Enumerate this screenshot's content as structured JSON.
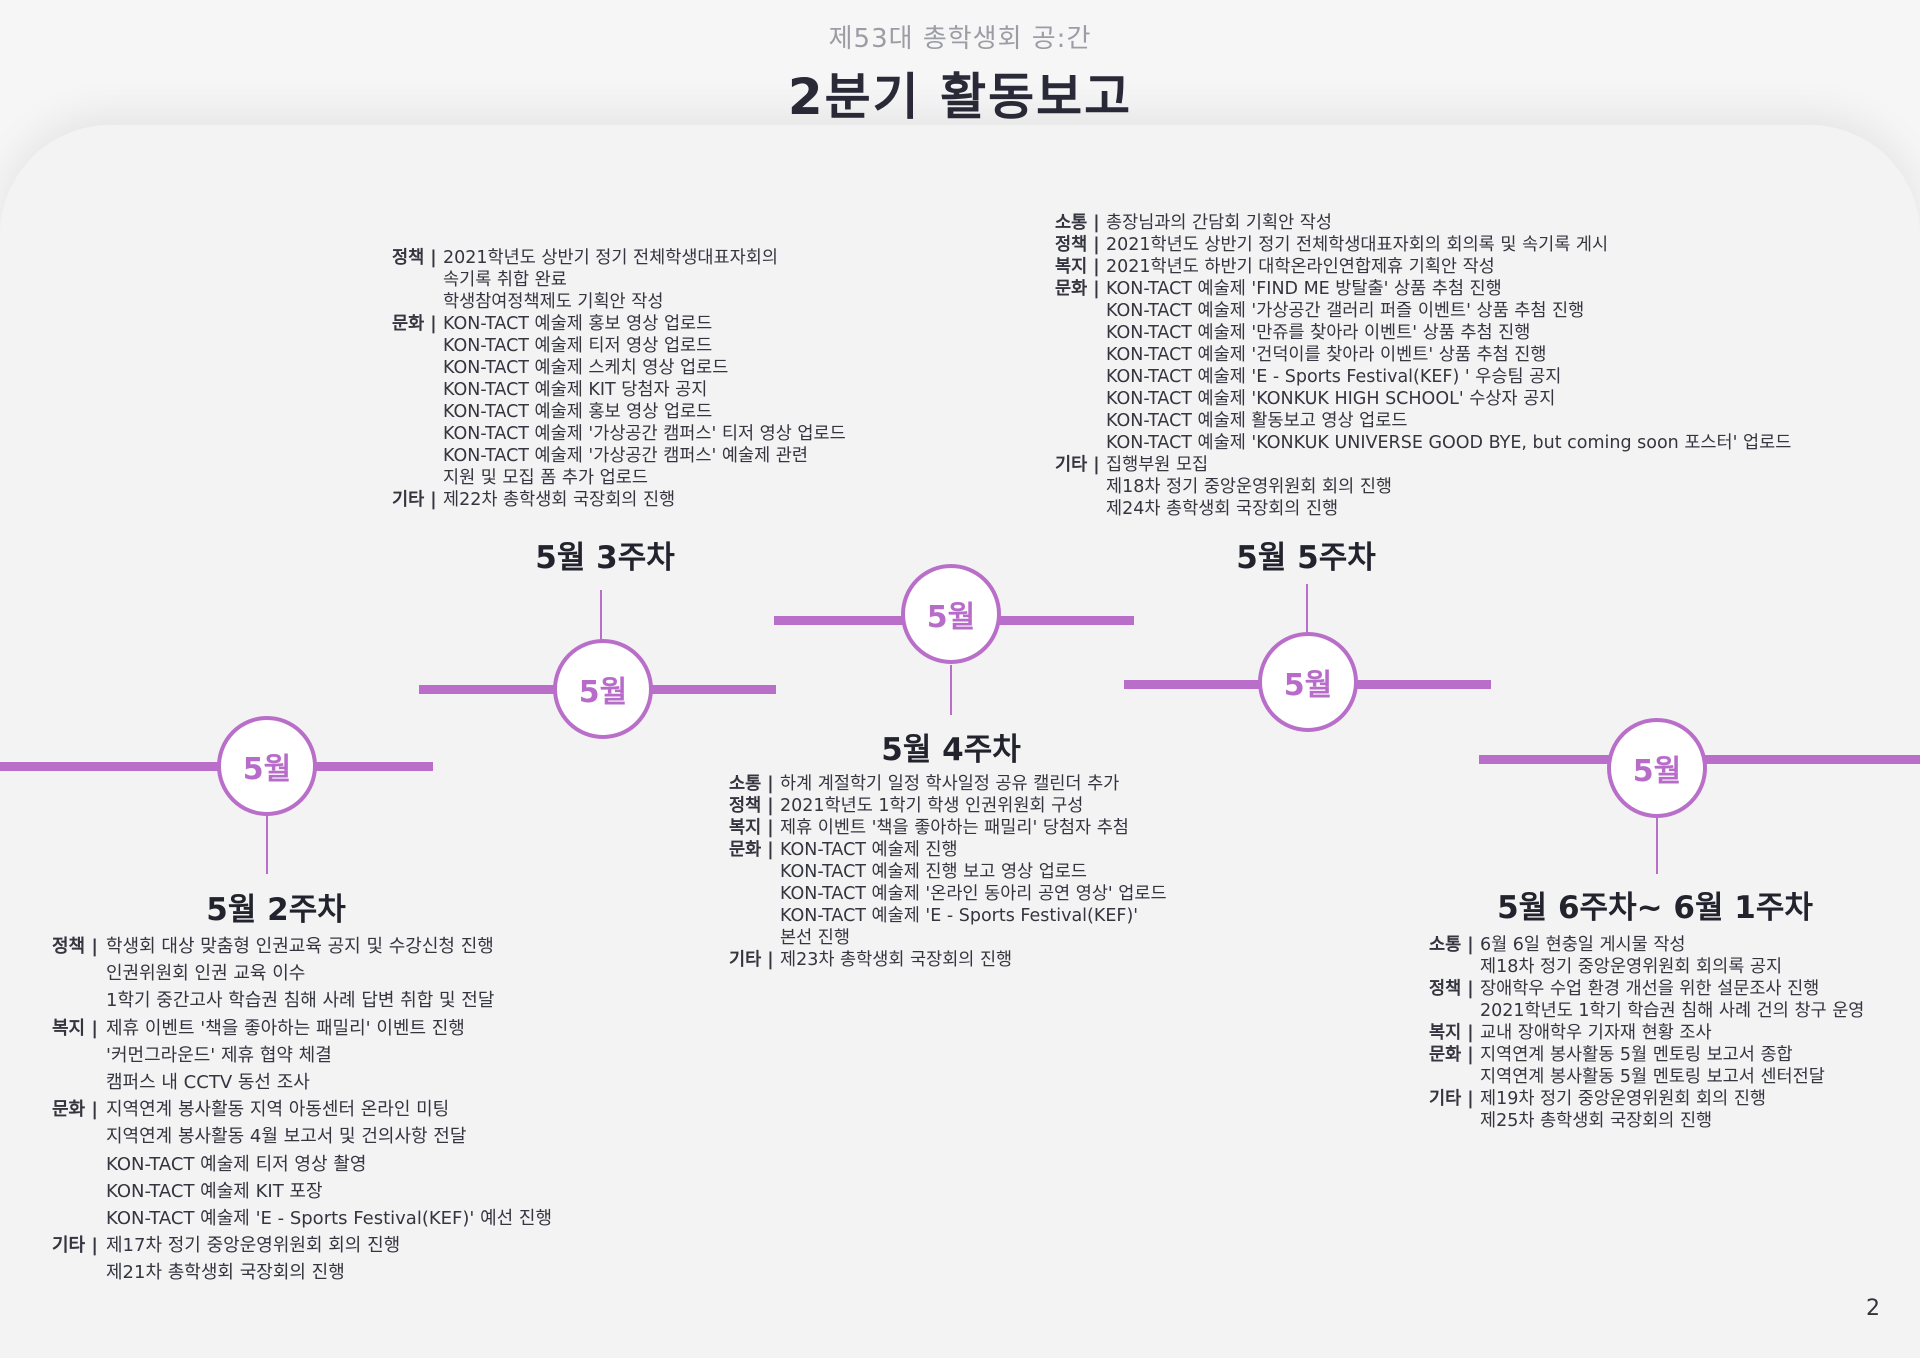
{
  "header": {
    "subtitle": "제53대 총학생회 공:간",
    "title": "2분기 활동보고"
  },
  "page_number": "2",
  "colors": {
    "accent": "#b96fc9",
    "title_gradient": [
      "#b96ad0",
      "#18b9b4"
    ]
  },
  "nodes": [
    {
      "label": "5월",
      "week": "5월 2주차",
      "sections": [
        {
          "label": "정책 |",
          "lines": [
            "학생회 대상 맞춤형 인권교육 공지 및 수강신청 진행",
            "인권위원회 인권 교육 이수",
            "1학기 중간고사 학습권 침해 사례 답변 취합 및 전달"
          ]
        },
        {
          "label": "복지 |",
          "lines": [
            "제휴 이벤트 '책을 좋아하는 패밀리' 이벤트 진행",
            "'커먼그라운드' 제휴 협약 체결",
            "캠퍼스 내 CCTV 동선 조사"
          ]
        },
        {
          "label": "문화 |",
          "lines": [
            "지역연계 봉사활동 지역 아동센터 온라인 미팅",
            "지역연계 봉사활동 4월 보고서 및 건의사항 전달",
            "KON-TACT 예술제 티저 영상 촬영",
            "KON-TACT 예술제 KIT 포장",
            "KON-TACT 예술제 'E - Sports Festival(KEF)' 예선 진행"
          ]
        },
        {
          "label": "기타 |",
          "lines": [
            "제17차 정기 중앙운영위원회 회의 진행",
            "제21차 총학생회 국장회의 진행"
          ]
        }
      ]
    },
    {
      "label": "5월",
      "week": "5월 3주차",
      "sections": [
        {
          "label": "정책 |",
          "lines": [
            "2021학년도 상반기 정기 전체학생대표자회의",
            "속기록 취합 완료",
            "학생참여정책제도 기획안 작성"
          ]
        },
        {
          "label": "문화 |",
          "lines": [
            "KON-TACT 예술제 홍보 영상 업로드",
            "KON-TACT 예술제 티저 영상 업로드",
            "KON-TACT 예술제 스케치 영상 업로드",
            "KON-TACT 예술제 KIT 당첨자 공지",
            "KON-TACT 예술제 홍보 영상 업로드",
            "KON-TACT 예술제 '가상공간 캠퍼스' 티저 영상 업로드",
            "KON-TACT 예술제 '가상공간 캠퍼스' 예술제 관련",
            "지원 및 모집 폼 추가 업로드"
          ]
        },
        {
          "label": "기타 |",
          "lines": [
            "제22차 총학생회 국장회의 진행"
          ]
        }
      ]
    },
    {
      "label": "5월",
      "week": "5월 4주차",
      "sections": [
        {
          "label": "소통 |",
          "lines": [
            "하계 계절학기 일정 학사일정 공유 캘린더 추가"
          ]
        },
        {
          "label": "정책 |",
          "lines": [
            "2021학년도 1학기 학생 인권위원회 구성"
          ]
        },
        {
          "label": "복지 |",
          "lines": [
            "제휴 이벤트 '책을 좋아하는 패밀리' 당첨자 추첨"
          ]
        },
        {
          "label": "문화 |",
          "lines": [
            "KON-TACT 예술제 진행",
            "KON-TACT 예술제 진행 보고 영상 업로드",
            "KON-TACT 예술제 '온라인 동아리 공연 영상' 업로드",
            "KON-TACT 예술제 'E - Sports Festival(KEF)'",
            "본선 진행"
          ]
        },
        {
          "label": "기타 |",
          "lines": [
            "제23차 총학생회 국장회의 진행"
          ]
        }
      ]
    },
    {
      "label": "5월",
      "week": "5월 5주차",
      "sections": [
        {
          "label": "소통 |",
          "lines": [
            "총장님과의 간담회 기획안 작성"
          ]
        },
        {
          "label": "정책 |",
          "lines": [
            "2021학년도 상반기 정기 전체학생대표자회의 회의록 및 속기록 게시"
          ]
        },
        {
          "label": "복지 |",
          "lines": [
            "2021학년도 하반기 대학온라인연합제휴 기획안 작성"
          ]
        },
        {
          "label": "문화 |",
          "lines": [
            "KON-TACT 예술제 'FIND ME 방탈출' 상품 추첨 진행",
            "KON-TACT 예술제 '가상공간 갤러리 퍼즐 이벤트' 상품 추첨 진행",
            "KON-TACT 예술제 '만쥬를 찾아라 이벤트' 상품 추첨 진행",
            "KON-TACT 예술제 '건덕이를 찾아라 이벤트' 상품 추첨 진행",
            "KON-TACT 예술제 'E - Sports Festival(KEF) ' 우승팀 공지",
            "KON-TACT 예술제 'KONKUK HIGH SCHOOL' 수상자 공지",
            "KON-TACT 예술제 활동보고 영상 업로드",
            "KON-TACT 예술제 'KONKUK UNIVERSE GOOD BYE, but coming soon 포스터' 업로드"
          ]
        },
        {
          "label": "기타 |",
          "lines": [
            "집행부원 모집",
            "제18차 정기 중앙운영위원회 회의 진행",
            "제24차 총학생회 국장회의 진행"
          ]
        }
      ]
    },
    {
      "label": "5월",
      "week": "5월 6주차~ 6월 1주차",
      "sections": [
        {
          "label": "소통 |",
          "lines": [
            "6월 6일 현충일 게시물 작성",
            "제18차 정기 중앙운영위원회 회의록 공지"
          ]
        },
        {
          "label": "정책 |",
          "lines": [
            "장애학우 수업 환경 개선을 위한 설문조사 진행",
            "2021학년도 1학기 학습권 침해 사례 건의 창구 운영"
          ]
        },
        {
          "label": "복지 |",
          "lines": [
            "교내 장애학우 기자재 현황 조사"
          ]
        },
        {
          "label": "문화 |",
          "lines": [
            "지역연계 봉사활동 5월 멘토링 보고서 종합",
            "지역연계 봉사활동 5월 멘토링 보고서 센터전달"
          ]
        },
        {
          "label": "기타 |",
          "lines": [
            "제19차 정기 중앙운영위원회 회의 진행",
            "제25차 총학생회 국장회의 진행"
          ]
        }
      ]
    }
  ]
}
